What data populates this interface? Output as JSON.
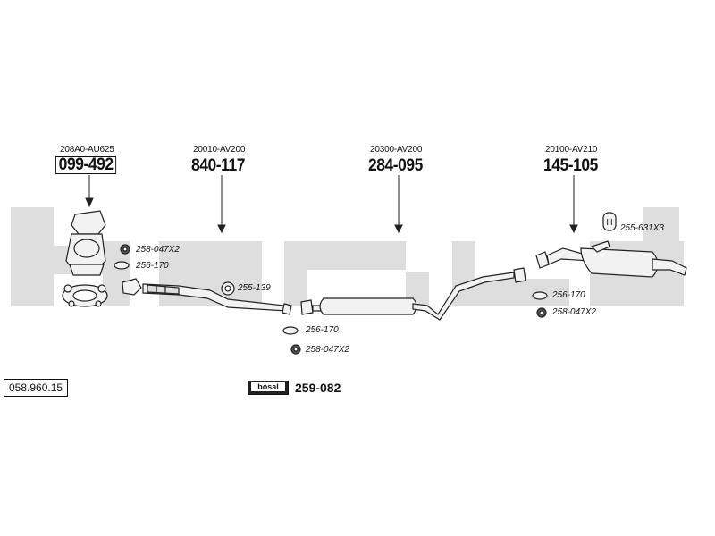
{
  "colors": {
    "watermark": "#dcdcdc",
    "line": "#222222",
    "fill": "#f2f2f2",
    "ink": "#111111"
  },
  "diagram": {
    "reference_number": "058.960.15",
    "brand_logo_text": "bosal",
    "mounting_kit": "259-082",
    "sections": [
      {
        "oem": "208A0-AU625",
        "part": "099-492",
        "boxed": true
      },
      {
        "oem": "20010-AV200",
        "part": "840-117"
      },
      {
        "oem": "20300-AV200",
        "part": "284-095"
      },
      {
        "oem": "20100-AV210",
        "part": "145-105"
      }
    ],
    "accessories": [
      {
        "code": "258-047X2",
        "icon": "rubber-mount-icon"
      },
      {
        "code": "256-170",
        "icon": "gasket-ring-icon"
      },
      {
        "code": "255-139",
        "icon": "clamp-ring-icon"
      },
      {
        "code": "256-170",
        "icon": "gasket-ring-icon"
      },
      {
        "code": "258-047X2",
        "icon": "rubber-mount-icon"
      },
      {
        "code": "255-631X3",
        "icon": "hanger-bracket-icon"
      },
      {
        "code": "256-170",
        "icon": "gasket-ring-icon"
      },
      {
        "code": "258-047X2",
        "icon": "rubber-mount-icon"
      }
    ]
  }
}
